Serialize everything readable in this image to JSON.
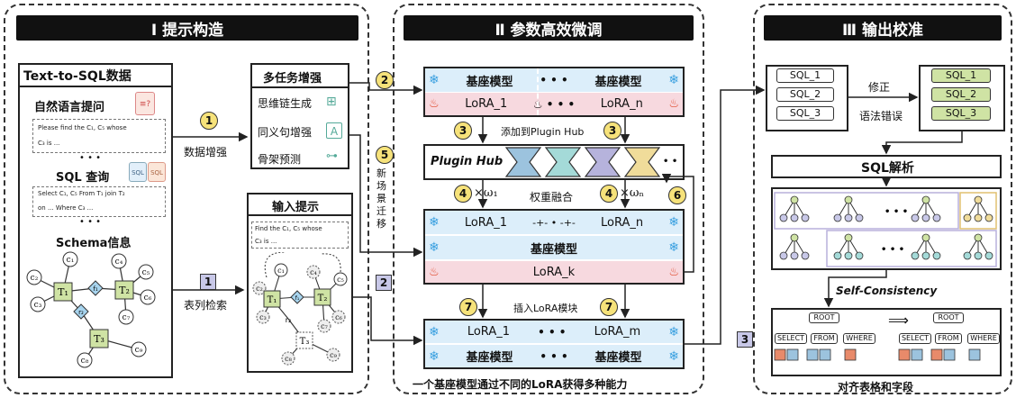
{
  "panels": {
    "p1_title": "Ⅰ  提示构造",
    "p2_title": "Ⅱ  参数高效微调",
    "p3_title": "Ⅲ  输出校准"
  },
  "left": {
    "data_title": "Text-to-SQL数据",
    "nl_label": "自然语言提问",
    "nl_example_1": "Please find the C₁, C₅ whose",
    "nl_example_2": "C₃ is ...",
    "dots": "• • •",
    "sql_label": "SQL 查询",
    "sql_example_1": "Select C₁, C₅ From T₁ join T₂",
    "sql_example_2": "on ... Where C₃ ...",
    "schema_label": "Schema信息",
    "aug_label": "数据增强",
    "retrieval_label": "表列检索",
    "multitask_title": "多任务增强",
    "mt_items": [
      "思维链生成",
      "同义句增强",
      "骨架预测"
    ],
    "input_prompt_title": "输入提示",
    "ip_example_1": "Find the C₁, C₅ whose",
    "ip_example_2": "C₃ is ...",
    "new_scene": "新场景迁移"
  },
  "mid": {
    "base_model": "基座模型",
    "lora_1": "LoRA_1",
    "lora_n": "LoRA_n",
    "lora_k": "LoRA_k",
    "lora_m": "LoRA_m",
    "add_plugin": "添加到Plugin Hub",
    "plugin_hub": "Plugin Hub",
    "weight_fusion": "权重融合",
    "w1": "×ω₁",
    "wn": "×ωₙ",
    "insert_lora": "插入LoRA模块",
    "footer": "一个基座模型通过不同的LoRA获得多种能力"
  },
  "right": {
    "sql_items": [
      "SQL_1",
      "SQL_2",
      "SQL_3"
    ],
    "fix_1": "修正",
    "fix_2": "语法错误",
    "parse_title": "SQL解析",
    "self_consistency": "Self-Consistency",
    "root": "ROOT",
    "select": "SELECT",
    "from": "FROM",
    "where": "WHERE",
    "align_label": "对齐表格和字段"
  },
  "markers": {
    "c1": "1",
    "c2": "2",
    "c3": "3",
    "c4": "4",
    "c5": "5",
    "c6": "6",
    "c7": "7",
    "s1": "1",
    "s2": "2",
    "s3": "3"
  },
  "schema_nodes": {
    "t1": "T₁",
    "t2": "T₂",
    "t3": "T₃",
    "f1": "f₁",
    "r2": "r₂",
    "c1": "c₁",
    "c2": "c₂",
    "c3": "c₃",
    "c4": "c₄",
    "c5": "c₅",
    "c6": "c₆",
    "c7": "c₇",
    "c8": "c₈",
    "c9": "c₉"
  },
  "colors": {
    "blue": "#dceefa",
    "pink": "#f7d9df",
    "green": "#cfe3a4",
    "marker": "#f6e27a",
    "purple": "#c8c8e8"
  }
}
